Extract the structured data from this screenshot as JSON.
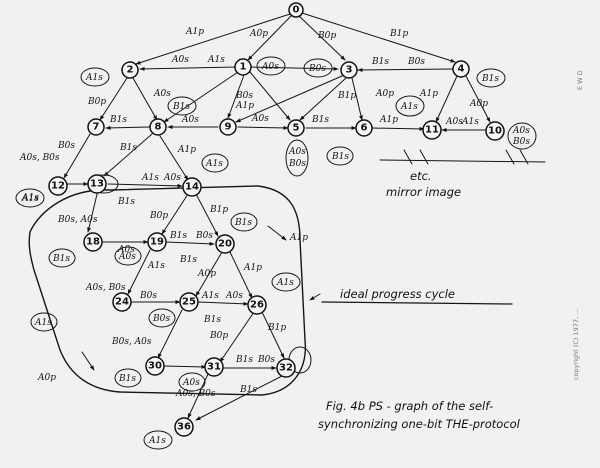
{
  "caption": {
    "line1": "Fig. 4b PS - graph of the self-",
    "line2": "synchronizing one-bit THE-protocol"
  },
  "annotations": {
    "etc": "etc.",
    "mirror": "mirror image",
    "ideal_cycle": "ideal progress cycle"
  },
  "margin_text": {
    "copyright": "copyright (C) 1977, ... ",
    "code": "E W D"
  },
  "nodes": [
    "0",
    "1",
    "2",
    "3",
    "4",
    "5",
    "6",
    "7",
    "8",
    "9",
    "10",
    "11",
    "12",
    "13",
    "14",
    "18",
    "19",
    "20",
    "24",
    "25",
    "26",
    "30",
    "31",
    "32",
    "36"
  ],
  "edge_labels": [
    "A1p",
    "A0p",
    "B0p",
    "B1p",
    "A0s",
    "A1s",
    "B0s",
    "B1s",
    "A0s, B0s",
    "B0s, A0s"
  ],
  "self_loops": [
    "A0s",
    "A1s",
    "B0s",
    "B1s",
    "A0s B0s"
  ]
}
